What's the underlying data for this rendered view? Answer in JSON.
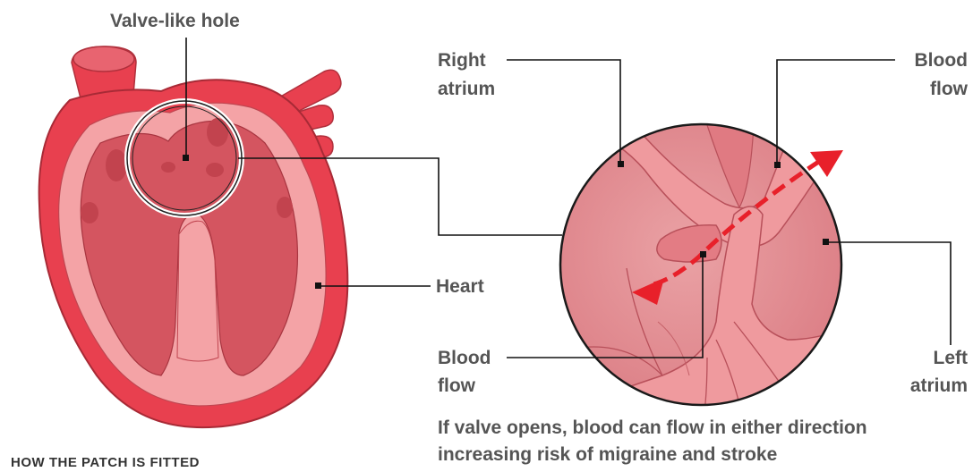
{
  "labels": {
    "valve_hole": "Valve-like hole",
    "right_atrium_1": "Right",
    "right_atrium_2": "atrium",
    "blood_flow_top_1": "Blood",
    "blood_flow_top_2": "flow",
    "heart": "Heart",
    "blood_flow_bottom_1": "Blood",
    "blood_flow_bottom_2": "flow",
    "left_atrium_1": "Left",
    "left_atrium_2": "atrium"
  },
  "caption": {
    "line1": "If valve opens, blood can flow in either direction",
    "line2": "increasing risk of migraine and stroke"
  },
  "footer": {
    "title": "HOW THE PATCH IS FITTED"
  },
  "colors": {
    "heart_outer": "#e8404f",
    "heart_inner": "#d45560",
    "heart_wall": "#f4a3a6",
    "circle_fill": "#e6878c",
    "arrow": "#e8202a",
    "leader": "#111111",
    "text": "#555555"
  }
}
